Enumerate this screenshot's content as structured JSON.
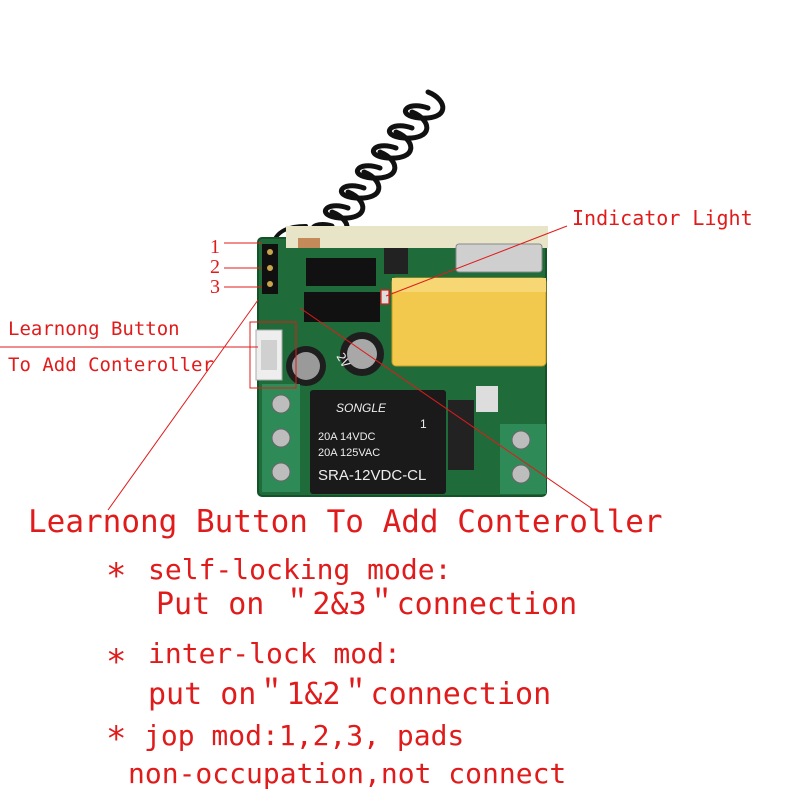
{
  "labels": {
    "indicator": "Indicator Light",
    "pin1": "1",
    "pin2": "2",
    "pin3": "3",
    "learn_left_1": "Learnong Button",
    "learn_left_2": "To Add Conteroller",
    "learn_big": "Learnong Button To Add Conteroller"
  },
  "relay": {
    "brand": "SONGLE",
    "rating1": "20A 14VDC",
    "rating2": "20A 125VAC",
    "model": "SRA-12VDC-CL",
    "mark": "1"
  },
  "capacitor": {
    "text": "2V"
  },
  "modes": [
    {
      "star": "*",
      "line1": "self-locking mode:",
      "line2": "Put on ＂2&3＂connection"
    },
    {
      "star": "*",
      "line1": "inter-lock mod:",
      "line2": "put on＂1&2＂connection"
    },
    {
      "star": "*",
      "line1": "jop mod:1,2,3, pads",
      "line2": "non-occupation,not connect"
    }
  ],
  "colors": {
    "annotation": "#e01b1b",
    "pcb": "#1f6b3a",
    "terminal": "#2e8b57",
    "relay": "#1a1a1a",
    "cover": "#f2c94c"
  }
}
